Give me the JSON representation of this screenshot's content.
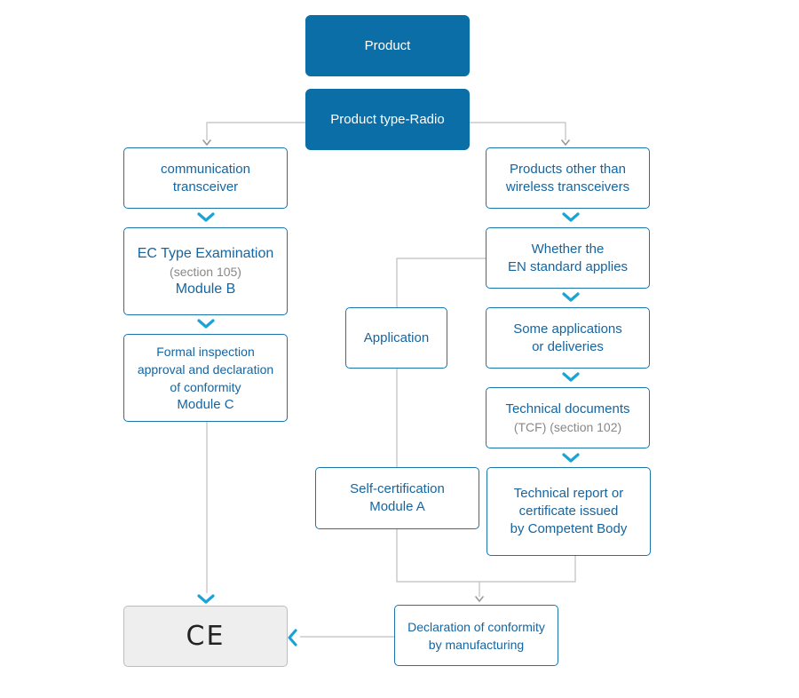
{
  "nodes": {
    "product": {
      "label": "Product"
    },
    "product_type": {
      "label": "Product type-Radio"
    },
    "comm_transceiver": {
      "line1": "communication",
      "line2": "transceiver"
    },
    "ec_type": {
      "line1": "EC Type Examination",
      "line2": "(section 105)",
      "line3": "Module B"
    },
    "formal_inspection": {
      "line1": "Formal inspection",
      "line2": "approval and declaration",
      "line3": "of conformity",
      "line4": "Module C"
    },
    "other_products": {
      "line1": "Products other than",
      "line2": "wireless transceivers"
    },
    "en_standard": {
      "line1": "Whether the",
      "line2": "EN standard applies"
    },
    "application": {
      "label": "Application"
    },
    "some_applications": {
      "line1": "Some applications",
      "line2": "or deliveries"
    },
    "technical_documents": {
      "line1": "Technical documents",
      "line2": "(TCF) (section 102)"
    },
    "self_certification": {
      "line1": "Self-certification",
      "line2": "Module A"
    },
    "technical_report": {
      "line1": "Technical report or",
      "line2": "certificate issued",
      "line3": "by Competent Body"
    },
    "declaration": {
      "line1": "Declaration of conformity",
      "line2": "by manufacturing"
    },
    "ce": {
      "label": "CE"
    }
  },
  "colors": {
    "primary": "#0b6ea6",
    "text": "#1565a0",
    "connector": "#bfbfbf",
    "arrow_gray": "#999999",
    "arrow_accent": "#1ba3d6",
    "ce_background": "#eeeeee"
  }
}
